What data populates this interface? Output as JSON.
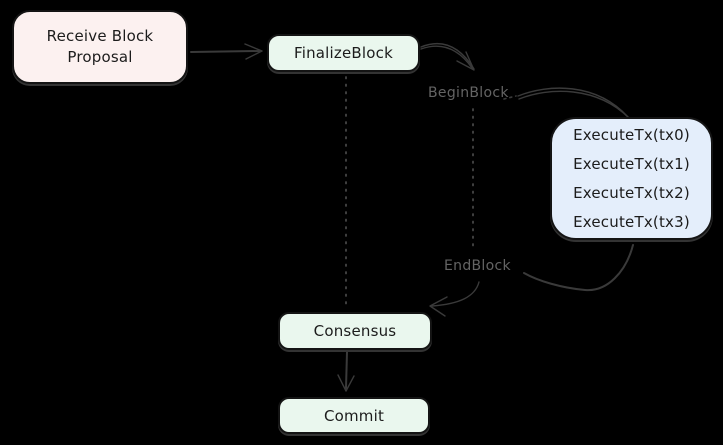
{
  "diagram": {
    "nodes": {
      "receive": {
        "lines": [
          "Receive Block",
          "Proposal"
        ]
      },
      "finalize": {
        "label": "FinalizeBlock"
      },
      "execute": {
        "lines": [
          "ExecuteTx(tx0)",
          "ExecuteTx(tx1)",
          "ExecuteTx(tx2)",
          "ExecuteTx(tx3)"
        ]
      },
      "consensus": {
        "label": "Consensus"
      },
      "commit": {
        "label": "Commit"
      }
    },
    "phase_labels": {
      "begin": "BeginBlock",
      "end": "EndBlock"
    },
    "colors": {
      "background": "#000000",
      "receive_fill": "#fcf1f0",
      "green_fill": "#eaf7ee",
      "execute_fill": "#e4eefb",
      "node_border": "#141414",
      "node_text": "#1c1c1c",
      "connector_stroke": "#3a3a3a",
      "dotted_stroke": "#464646",
      "phase_label_text": "#646464"
    }
  }
}
